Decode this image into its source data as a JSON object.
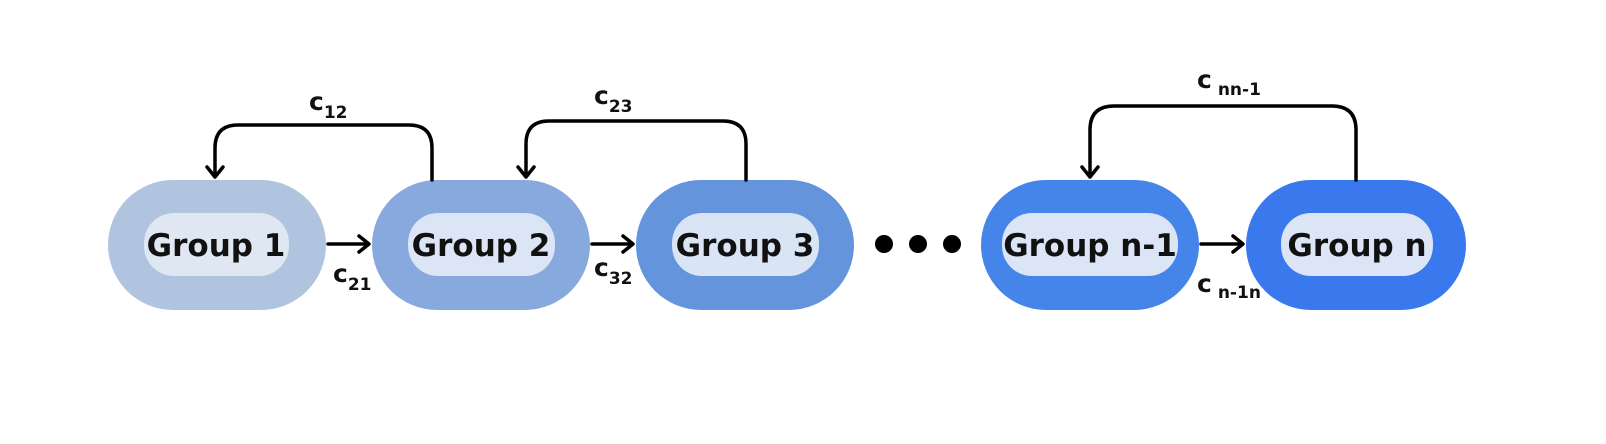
{
  "nodes": [
    {
      "label": "Group 1",
      "outer_color": "#b0c3df",
      "inner_color": "#dfe7f3"
    },
    {
      "label": "Group 2",
      "outer_color": "#88a9dd",
      "inner_color": "#dbe5f5"
    },
    {
      "label": "Group 3",
      "outer_color": "#6494dc",
      "inner_color": "#d9e4f4"
    },
    {
      "label": "Group n-1",
      "outer_color": "#4585ea",
      "inner_color": "#dbe5f5"
    },
    {
      "label": "Group n",
      "outer_color": "#3a78ee",
      "inner_color": "#dbe5f5"
    }
  ],
  "edges": {
    "c12": {
      "main": "c",
      "sub": "12"
    },
    "c21": {
      "main": "c",
      "sub": "21"
    },
    "c23": {
      "main": "c",
      "sub": "23"
    },
    "c32": {
      "main": "c",
      "sub": "32"
    },
    "cnn1": {
      "main": "c",
      "sub": "nn-1"
    },
    "cn1n": {
      "main": "c",
      "sub": "n-1n"
    }
  },
  "ellipsis": "• • •"
}
